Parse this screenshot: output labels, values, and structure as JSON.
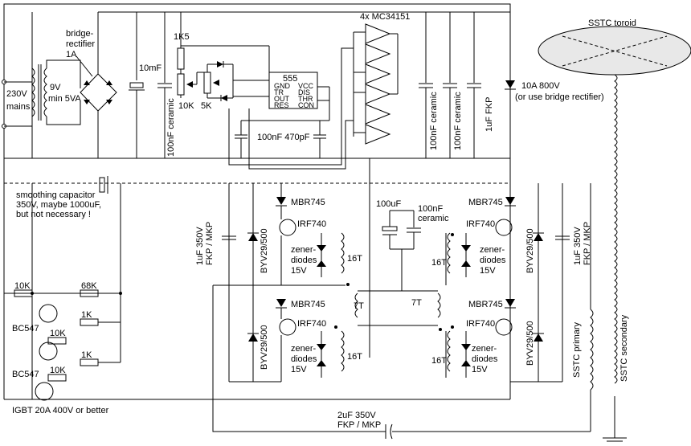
{
  "labels": {
    "mains": "230V",
    "mains2": "mains",
    "trafo_v": "9V",
    "trafo_va": "min 5VA",
    "bridge1": "bridge-",
    "bridge2": "rectifier",
    "bridge3": "1A",
    "cap10n": "10mF",
    "r1k5": "1K5",
    "r10k": "10K",
    "r5k": "5K",
    "cap100n_ceramic": "100nF ceramic",
    "cap100n_470p": "100nF 470pF",
    "ic555": "555",
    "ic555_pins_l": [
      "GND",
      "TR",
      "OUT",
      "RES"
    ],
    "ic555_pins_r": [
      "VCC",
      "DIS",
      "THR",
      "CON"
    ],
    "driver": "4x MC34151",
    "ceramic_a": "100nF ceramic",
    "ceramic_b": "100nF ceramic",
    "fkp1u": "1uF FKP",
    "diode10a": "10A 800V",
    "diode10a_note": "(or use bridge rectifier)",
    "toroid": "SSTC toroid",
    "smooth1": "smoothing capacitor",
    "smooth2": "350V, maybe 1000uF,",
    "smooth3": "but not necessary !",
    "cap100u": "100uF",
    "cap100n_c1": "100nF",
    "cap100n_c2": "ceramic",
    "mbr": "MBR745",
    "irf": "IRF740",
    "zener1": "zener-",
    "zener2": "diodes",
    "zener3": "15V",
    "byv": "BYV29/500",
    "cap1u_l1": "1uF 350V",
    "cap1u_l2": "FKP / MKP",
    "t16": "16T",
    "t7": "7T",
    "r10k_b": "10K",
    "r68k": "68K",
    "r1k": "1K",
    "bc547": "BC547",
    "igbt": "IGBT 20A 400V or better",
    "primary": "SSTC primary",
    "secondary": "SSTC secondary",
    "cap2u_1": "2uF 350V",
    "cap2u_2": "FKP / MKP"
  }
}
